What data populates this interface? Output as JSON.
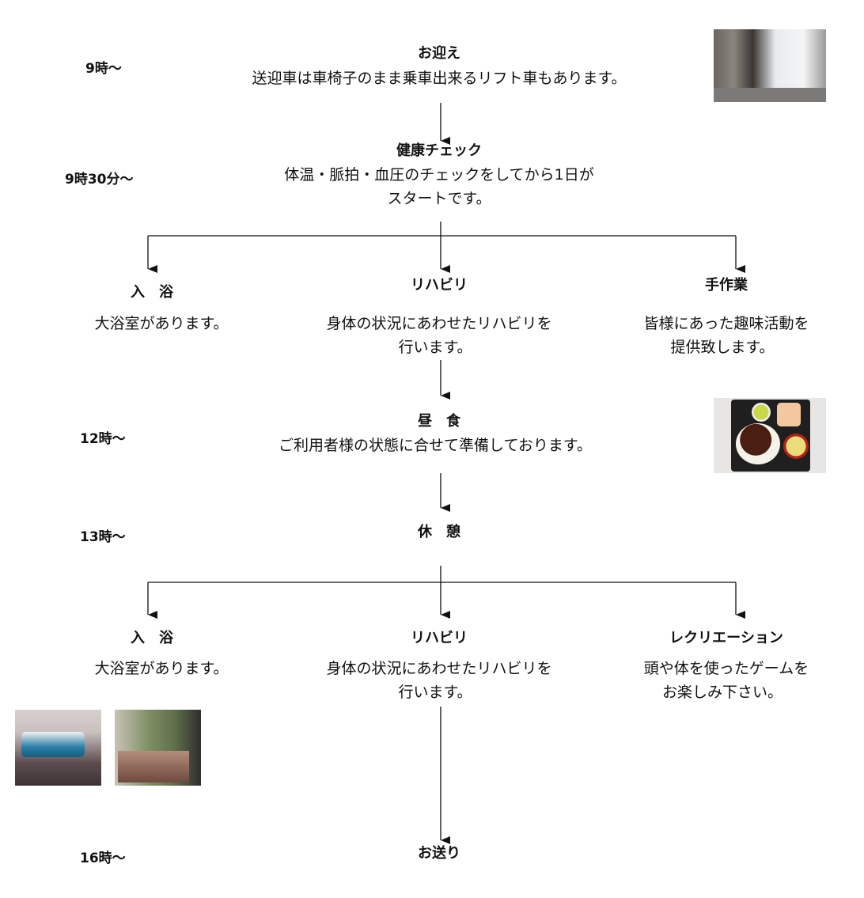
{
  "schedule": [
    {
      "time": "9時～",
      "title": "お迎え",
      "desc": "送迎車は車椅子のまま乗車出来るリフト車もあります。"
    },
    {
      "time": "9時30分～",
      "title": "健康チェック",
      "desc_lines": [
        "体温・脈拍・血圧のチェックをしてから1日が",
        "スタートです。"
      ]
    },
    {
      "time": "12時～",
      "title": "昼　食",
      "desc": "ご利用者様の状態に合せて準備しております。"
    },
    {
      "time": "13時～",
      "title": "休　憩"
    },
    {
      "time": "16時～",
      "title": "お送り"
    }
  ],
  "morning_branches": [
    {
      "title": "入　浴",
      "desc_lines": [
        "大浴室があります。"
      ]
    },
    {
      "title": "リハビリ",
      "desc_lines": [
        "身体の状況にあわせたリハビリを",
        "行います。"
      ]
    },
    {
      "title": "手作業",
      "desc_lines": [
        "皆様にあった趣味活動を",
        "提供致します。"
      ]
    }
  ],
  "afternoon_branches": [
    {
      "title": "入　浴",
      "desc_lines": [
        "大浴室があります。"
      ]
    },
    {
      "title": "リハビリ",
      "desc_lines": [
        "身体の状況にあわせたリハビリを",
        "行います。"
      ]
    },
    {
      "title": "レクリエーション",
      "desc_lines": [
        "頭や体を使ったゲームを",
        "お楽しみ下さい。"
      ]
    }
  ]
}
